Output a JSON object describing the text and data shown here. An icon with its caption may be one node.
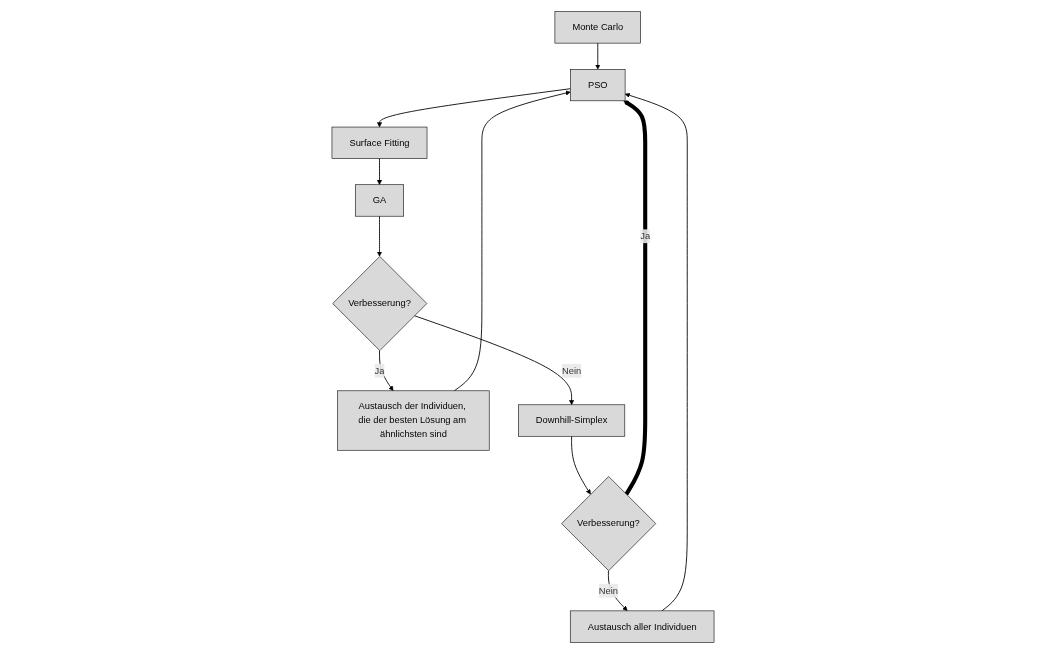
{
  "diagram": {
    "nodes": [
      {
        "text": [
          "Monte Carlo"
        ]
      },
      {
        "text": [
          "Austausch aller Individuen"
        ]
      },
      {
        "text": [
          "PSO"
        ]
      },
      {
        "text": [
          "Surface Fitting"
        ]
      },
      {
        "text": [
          "Austausch der Individuen, die der besten Lösung am ähnlichsten sind"
        ]
      },
      {
        "text": [
          "Verbesserung?"
        ]
      },
      {
        "text": [
          "GA"
        ]
      },
      {
        "text": [
          "Downhill-Simplex"
        ]
      },
      {
        "text": [
          "Verbesserung?"
        ]
      }
    ],
    "edges": [
      {
        "from": 0,
        "to": 2,
        "arrow": "to"
      },
      {
        "from": 1,
        "to": 2,
        "arrow": "to"
      },
      {
        "from": 5,
        "to": 2,
        "arrow": "to",
        "label": "Ja",
        "style": "thick"
      },
      {
        "from": 5,
        "to": 1,
        "arrow": "to",
        "label": "Nein"
      },
      {
        "from": 2,
        "to": 3,
        "arrow": "to"
      },
      {
        "from": 3,
        "to": 6,
        "arrow": "to"
      },
      {
        "from": 6,
        "to": 8,
        "arrow": "to"
      },
      {
        "from": 8,
        "to": 7,
        "arrow": "to",
        "label": "Nein"
      },
      {
        "from": 8,
        "to": 4,
        "arrow": "to",
        "label": "Ja"
      },
      {
        "from": 4,
        "to": 2,
        "arrow": "to"
      },
      {
        "from": 7,
        "to": 5,
        "arrow": "to"
      }
    ]
  }
}
